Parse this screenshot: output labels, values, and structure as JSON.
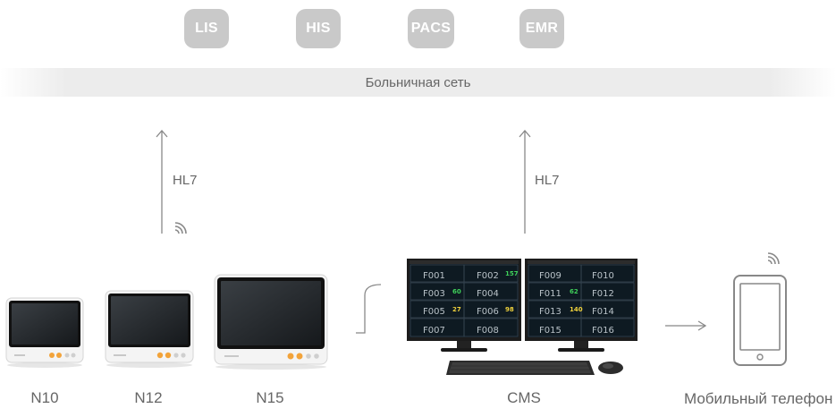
{
  "hospital_systems": [
    "LIS",
    "HIS",
    "PACS",
    "EMR"
  ],
  "network": {
    "label": "Больничная сеть"
  },
  "links": {
    "left_protocol": "HL7",
    "right_protocol": "HL7"
  },
  "devices": {
    "n10": "N10",
    "n12": "N12",
    "n15": "N15",
    "cms": "CMS",
    "mobile": "Мобильный телефон"
  },
  "cms_screen": {
    "left_monitor": [
      "F001",
      "F002",
      "F003",
      "F004",
      "F005",
      "F006",
      "F007",
      "F008"
    ],
    "right_monitor": [
      "F009",
      "F010",
      "F011",
      "F012",
      "F013",
      "F014",
      "F015",
      "F016"
    ],
    "readouts": [
      "60",
      "157",
      "27",
      "98",
      "62",
      "140"
    ]
  },
  "colors": {
    "button_bg": "#c9c9c9",
    "network_band": "#ececec",
    "text": "#666666",
    "arrow": "#888888",
    "monitor_orange": "#f2a33a",
    "screen_green": "#3fd15a",
    "screen_yellow": "#f0d23c"
  }
}
